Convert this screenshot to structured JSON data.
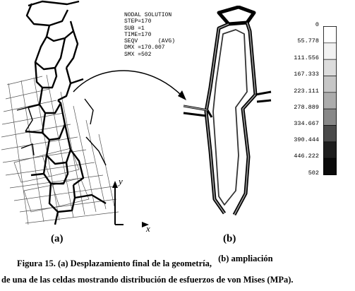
{
  "solution_readout": [
    "NODAL SOLUTION",
    "STEP=170",
    "SUB =1",
    "TIME=170",
    "SEQV      (AVG)",
    "DMX =170.007",
    "SMX =502"
  ],
  "legend": {
    "labels": [
      "0",
      "55.778",
      "111.556",
      "167.333",
      "223.111",
      "278.889",
      "334.667",
      "390.444",
      "446.222",
      "502"
    ],
    "band_colors": [
      "#ffffff",
      "#f2f2f2",
      "#dcdcdc",
      "#c6c6c6",
      "#acacac",
      "#888888",
      "#4a4a4a",
      "#1e1e1e",
      "#0a0a0a"
    ]
  },
  "panel_a": {
    "label": "(a)",
    "axis_x": "x",
    "axis_y": "y"
  },
  "panel_b": {
    "label": "(b)"
  },
  "caption": {
    "line1_prefix": "Figura 15. (a) Desplazamiento final de la geometría,",
    "line1_suffix": "(b) ampliación",
    "line2": "de una de las celdas mostrando distribución de esfuerzos de von Mises (MPa)."
  },
  "colors": {
    "ink": "#000000",
    "mesh": "#444444",
    "paper": "#ffffff"
  }
}
